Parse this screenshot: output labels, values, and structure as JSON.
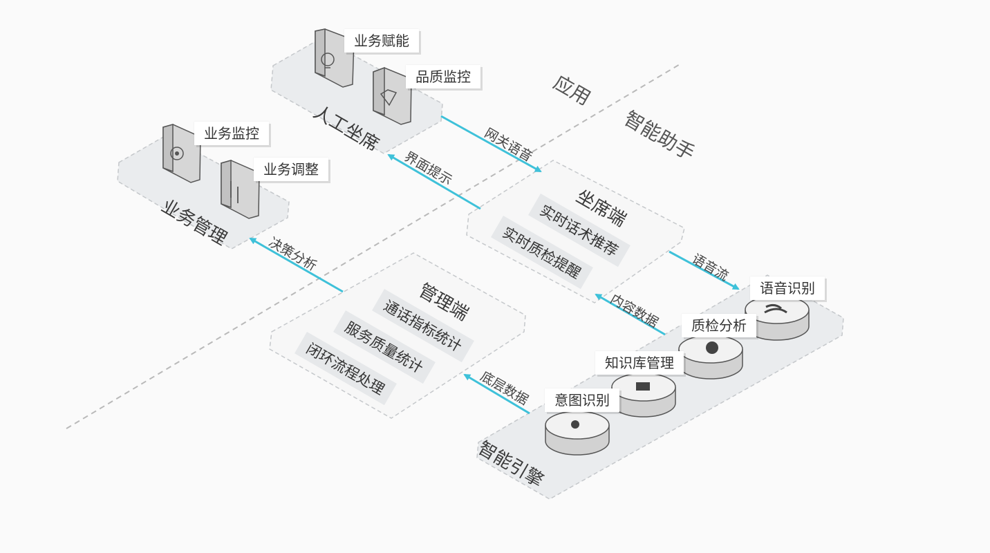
{
  "zones": {
    "application": "应用",
    "assistant": "智能助手"
  },
  "groups": {
    "manual_agent": "人工坐席",
    "business_mgmt": "业务管理",
    "agent_side": "坐席端",
    "mgmt_side": "管理端",
    "engine": "智能引擎"
  },
  "manual_agent_tags": [
    "业务赋能",
    "品质监控"
  ],
  "business_mgmt_tags": [
    "业务监控",
    "业务调整"
  ],
  "agent_side_items": [
    "实时话术推荐",
    "实时质检提醒"
  ],
  "mgmt_side_items": [
    "通话指标统计",
    "服务质量统计",
    "闭环流程处理"
  ],
  "engine_tags": [
    "语音识别",
    "质检分析",
    "知识库管理",
    "意图识别"
  ],
  "flows": {
    "gateway_voice": "网关语音",
    "ui_hint": "界面提示",
    "decision": "决策分析",
    "voice_stream": "语音流",
    "content_data": "内容数据",
    "base_data": "底层数据"
  },
  "icons": {
    "manual_agent": [
      "lightbulb-icon",
      "diamond-icon"
    ],
    "business_mgmt": [
      "webcam-icon",
      "switch-arrows-icon"
    ],
    "engine": [
      "wave-icon",
      "badge-icon",
      "book-icon",
      "sun-icon"
    ]
  },
  "colors": {
    "accent": "#3ec1d9",
    "panel": "#eef0f2",
    "dash": "#bdbdbd"
  }
}
